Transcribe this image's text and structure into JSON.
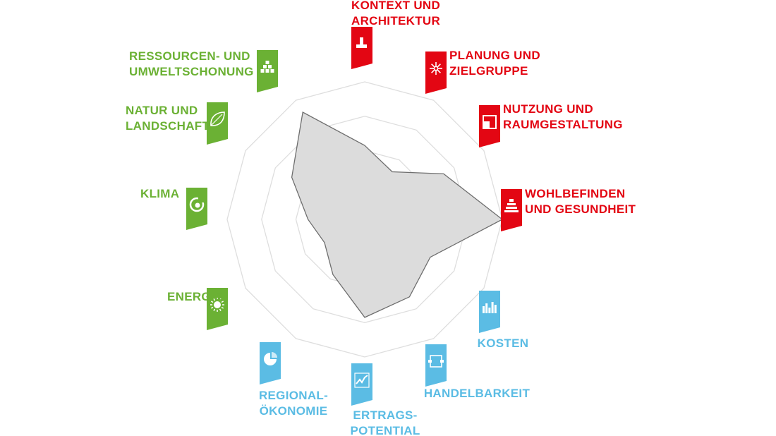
{
  "chart_data": {
    "type": "radar",
    "title": "",
    "grid": true,
    "rings": 4,
    "max": 4,
    "categories": [
      {
        "label_lines": [
          "KONTEXT UND",
          "ARCHITEKTUR"
        ],
        "group": "red",
        "icon": "architecture-steps-icon",
        "value": 2.15
      },
      {
        "label_lines": [
          "PLANUNG UND",
          "ZIELGRUPPE"
        ],
        "group": "red",
        "icon": "target-star-icon",
        "value": 1.6
      },
      {
        "label_lines": [
          "NUTZUNG UND",
          "RAUMGESTALTUNG"
        ],
        "group": "red",
        "icon": "room-layout-icon",
        "value": 2.65
      },
      {
        "label_lines": [
          "WOHLBEFINDEN",
          "UND GESUNDHEIT"
        ],
        "group": "red",
        "icon": "layered-stack-icon",
        "value": 4.0
      },
      {
        "label_lines": [
          "KOSTEN"
        ],
        "group": "blue",
        "icon": "bar-columns-icon",
        "value": 2.2
      },
      {
        "label_lines": [
          "HANDELBARKEIT"
        ],
        "group": "blue",
        "icon": "exchange-flow-icon",
        "value": 2.6
      },
      {
        "label_lines": [
          "ERTRAGS-",
          "POTENTIAL"
        ],
        "group": "blue",
        "icon": "rising-line-chart-icon",
        "value": 2.85
      },
      {
        "label_lines": [
          "REGIONAL-",
          "ÖKONOMIE"
        ],
        "group": "blue",
        "icon": "pie-slice-icon",
        "value": 1.85
      },
      {
        "label_lines": [
          "ENERGIE"
        ],
        "group": "green",
        "icon": "sun-icon",
        "value": 1.35
      },
      {
        "label_lines": [
          "KLIMA"
        ],
        "group": "green",
        "icon": "climate-swirl-icon",
        "value": 1.65
      },
      {
        "label_lines": [
          "NATUR UND",
          "LANDSCHAFT"
        ],
        "group": "green",
        "icon": "leaf-icon",
        "value": 2.45
      },
      {
        "label_lines": [
          "RESSOURCEN- UND",
          "UMWELTSCHONUNG"
        ],
        "group": "green",
        "icon": "stacked-blocks-icon",
        "value": 3.6
      }
    ],
    "colors": {
      "red": "#e30613",
      "blue": "#5bbce4",
      "green": "#6bb134",
      "area_fill": "#dcdcdc",
      "area_stroke": "#6e6e6e",
      "grid": "#dedede"
    }
  }
}
